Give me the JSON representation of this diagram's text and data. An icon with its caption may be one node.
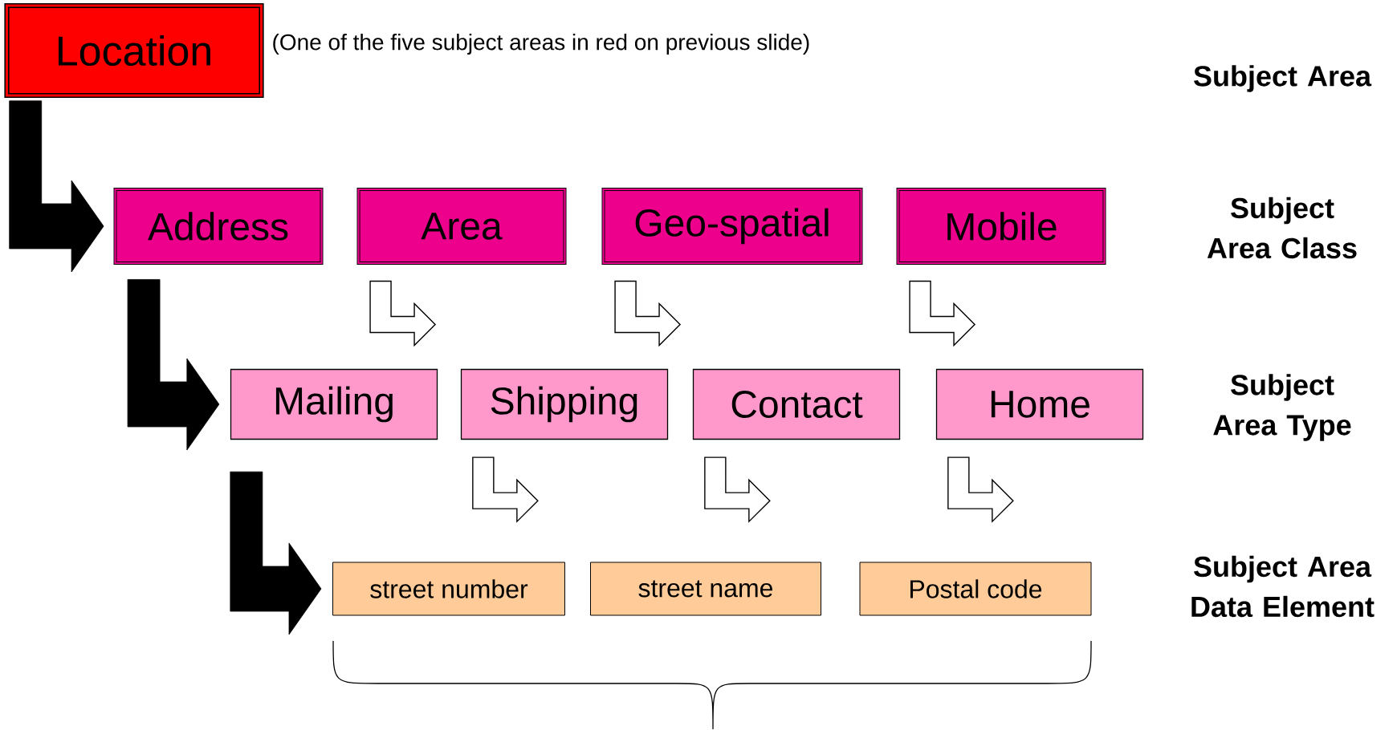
{
  "diagram": {
    "nodes": [
      {
        "text": [
          "Location"
        ],
        "beside": [
          "(One of the five subject areas in red on previous slide)"
        ]
      },
      {
        "text": [
          "Address"
        ]
      },
      {
        "text": [
          "Area"
        ]
      },
      {
        "text": [
          "Geo-spatial"
        ]
      },
      {
        "text": [
          "Mobile"
        ]
      },
      {
        "text": [
          "Mailing"
        ]
      },
      {
        "text": [
          "Shipping"
        ]
      },
      {
        "text": [
          "Contact"
        ]
      },
      {
        "text": [
          "Home"
        ]
      },
      {
        "text": [
          "street number"
        ]
      },
      {
        "text": [
          "street name"
        ]
      },
      {
        "text": [
          "Postal code"
        ]
      }
    ],
    "edges": [
      {
        "from": 0,
        "to": 1,
        "arrow": "to",
        "style": "thick"
      },
      {
        "from": 1,
        "to": 5,
        "arrow": "to",
        "style": "thick"
      },
      {
        "from": 5,
        "to": 9,
        "arrow": "to",
        "style": "thick"
      },
      {
        "from": 2,
        "to": null,
        "arrow": "to"
      },
      {
        "from": 3,
        "to": null,
        "arrow": "to"
      },
      {
        "from": 4,
        "to": null,
        "arrow": "to"
      },
      {
        "from": 6,
        "to": null,
        "arrow": "to"
      },
      {
        "from": 7,
        "to": null,
        "arrow": "to"
      },
      {
        "from": 8,
        "to": null,
        "arrow": "to"
      }
    ],
    "labels": [
      "Subject Area",
      "Subject Area Class",
      "Subject Area Type",
      "Subject Area Data Element"
    ]
  }
}
